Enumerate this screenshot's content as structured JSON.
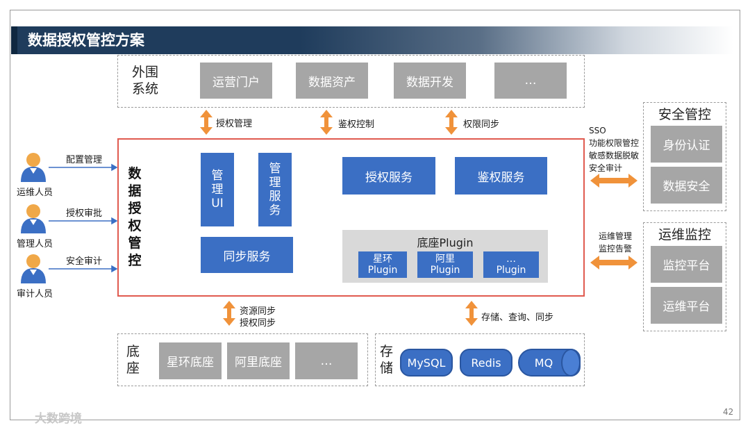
{
  "title": "数据授权管控方案",
  "outer": {
    "label_lines": [
      "外围",
      "系统"
    ],
    "items": [
      "运营门户",
      "数据资产",
      "数据开发",
      "…"
    ]
  },
  "top_arrows": [
    "授权管理",
    "鉴权控制",
    "权限同步"
  ],
  "core": {
    "title_chars": [
      "数",
      "据",
      "授",
      "权",
      "管",
      "控"
    ],
    "mgmt_ui_lines": [
      "管",
      "理",
      "UI"
    ],
    "mgmt_service_lines": [
      "管",
      "理",
      "服",
      "务"
    ],
    "sync_service": "同步服务",
    "auth_service": "授权服务",
    "authz_service": "鉴权服务",
    "plugin_title": "底座Plugin",
    "plugins": [
      {
        "line1": "星环",
        "line2": "Plugin"
      },
      {
        "line1": "阿里",
        "line2": "Plugin"
      },
      {
        "line1": "…",
        "line2": "Plugin"
      }
    ]
  },
  "actors": [
    {
      "name": "运维人员",
      "action": "配置管理"
    },
    {
      "name": "管理人员",
      "action": "授权审批"
    },
    {
      "name": "审计人员",
      "action": "安全审计"
    }
  ],
  "security": {
    "title": "安全管控",
    "items": [
      "身份认证",
      "数据安全"
    ],
    "arrow_lines": [
      "SSO",
      "功能权限管控",
      "敏感数据脱敏",
      "安全审计"
    ]
  },
  "ops": {
    "title": "运维监控",
    "items": [
      "监控平台",
      "运维平台"
    ],
    "arrow_lines": [
      "运维管理",
      "监控告警"
    ]
  },
  "bottom_arrows": {
    "left_lines": [
      "资源同步",
      "授权同步"
    ],
    "right": "存储、查询、同步"
  },
  "base": {
    "label_lines": [
      "底",
      "座"
    ],
    "items": [
      "星环底座",
      "阿里底座",
      "…"
    ]
  },
  "storage": {
    "label_lines": [
      "存",
      "储"
    ],
    "items": [
      "MySQL",
      "Redis",
      "MQ"
    ]
  },
  "page_number": "42",
  "watermark": "大数跨境",
  "colors": {
    "accent_blue": "#3b6fc4",
    "arrow_orange": "#f0923a",
    "core_border": "#e05a4f",
    "title_bar": "#1f3c5c",
    "box_grey": "#a6a6a6"
  }
}
